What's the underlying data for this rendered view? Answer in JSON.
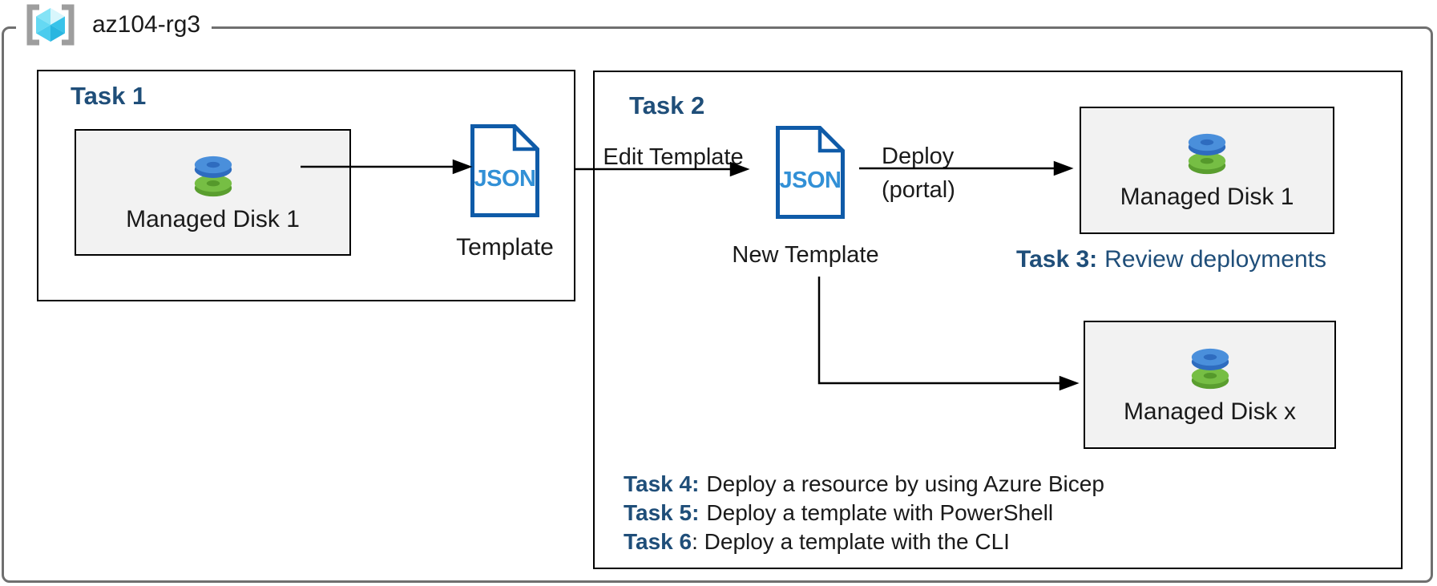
{
  "resource_group": {
    "name": "az104-rg3"
  },
  "task1": {
    "title": "Task 1",
    "disk": {
      "label": "Managed Disk 1"
    },
    "template": {
      "doc_text": "JSON",
      "label": "Template"
    }
  },
  "task2": {
    "title": "Task 2",
    "edit_arrow_label": "Edit Template",
    "template": {
      "doc_text": "JSON",
      "label": "New Template"
    },
    "deploy_arrow_label": "Deploy",
    "deploy_arrow_sublabel": "(portal)",
    "disk1": {
      "label": "Managed Disk 1"
    },
    "diskx": {
      "label": "Managed Disk x"
    }
  },
  "task3": {
    "prefix": "Task 3:",
    "text": "Review deployments"
  },
  "task_list": [
    {
      "prefix": "Task 4:",
      "text": "Deploy a resource by using Azure Bicep"
    },
    {
      "prefix": "Task 5:",
      "text": "Deploy a template with PowerShell"
    },
    {
      "prefix": "Task 6",
      "text": ": Deploy a template with the CLI"
    }
  ],
  "colors": {
    "accent_navy": "#1F4E79",
    "json_border": "#0F5BA8",
    "json_text": "#3290D6",
    "box_fill": "#F2F2F2",
    "outer_border": "#6F6F6F",
    "arrow": "#000000",
    "disk_blue": "#4A8FDB",
    "disk_green": "#76BE44"
  }
}
